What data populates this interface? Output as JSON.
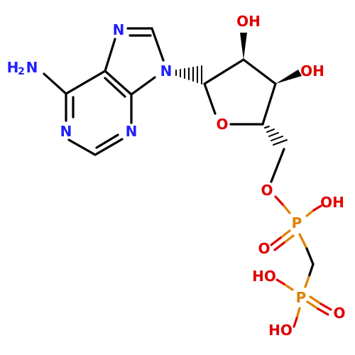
{
  "molecule": {
    "atoms": {
      "nh2_n": "N",
      "nh2_h": "H",
      "nh2_sub": "2",
      "n1": "N",
      "n3": "N",
      "n7": "N",
      "n9": "N",
      "o_ring": "O",
      "oh_2prime": "OH",
      "oh_3prime": "OH",
      "o_5prime": "O",
      "p_alpha": "P",
      "o_alpha_double": "O",
      "oh_alpha": "OH",
      "p_beta": "P",
      "o_beta_double": "O",
      "oh_beta_1": "HO",
      "oh_beta_2": "HO"
    },
    "colors": {
      "carbon_bond": "#000000",
      "nitrogen": "#2020ff",
      "oxygen": "#e00000",
      "phosphorus": "#e08000"
    }
  }
}
